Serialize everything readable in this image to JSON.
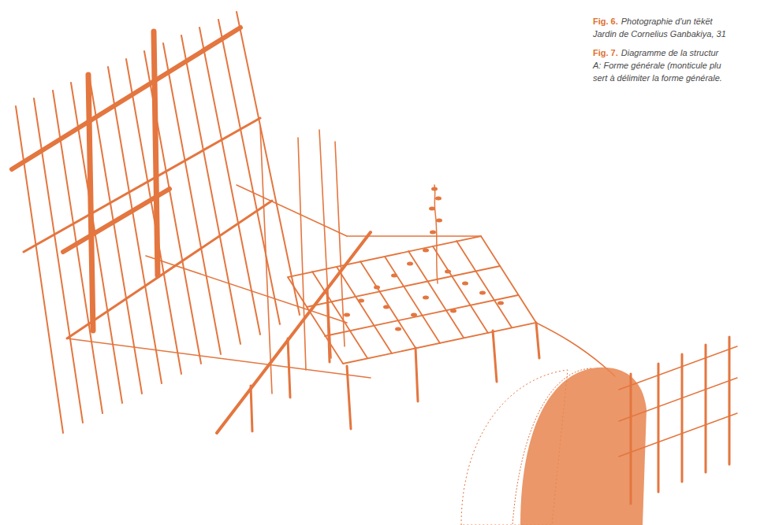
{
  "diagram": {
    "labels": [
      "Fig. 6.",
      "Photographie d'un tëkët",
      "Jardin de Cornelius Ganbakiya, 31",
      "Fig. 7.",
      "Diagramme de la structur",
      "A: Forme générale (monticule plu",
      "sert à délimiter la forme générale."
    ]
  }
}
